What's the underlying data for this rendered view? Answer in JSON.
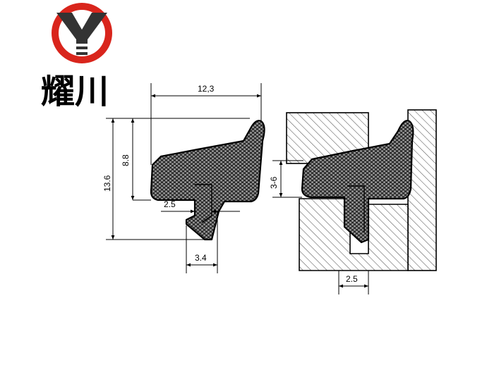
{
  "brand": {
    "name": "耀川",
    "logo_letter": "Y",
    "logo_color": "#d9251c"
  },
  "profile_view": {
    "dimensions": {
      "overall_width": "12,3",
      "overall_height": "13.6",
      "upper_height": "8.8",
      "stem_width": "2.5",
      "lip_width": "3.4"
    }
  },
  "installed_view": {
    "dimensions": {
      "gap_range": "3-6",
      "slot_width": "2.5"
    }
  },
  "colors": {
    "ink": "#000000",
    "seal_fill": "#2b2b2b",
    "cell": "#9a9a9a",
    "hatch": "#555555",
    "background": "#ffffff"
  }
}
